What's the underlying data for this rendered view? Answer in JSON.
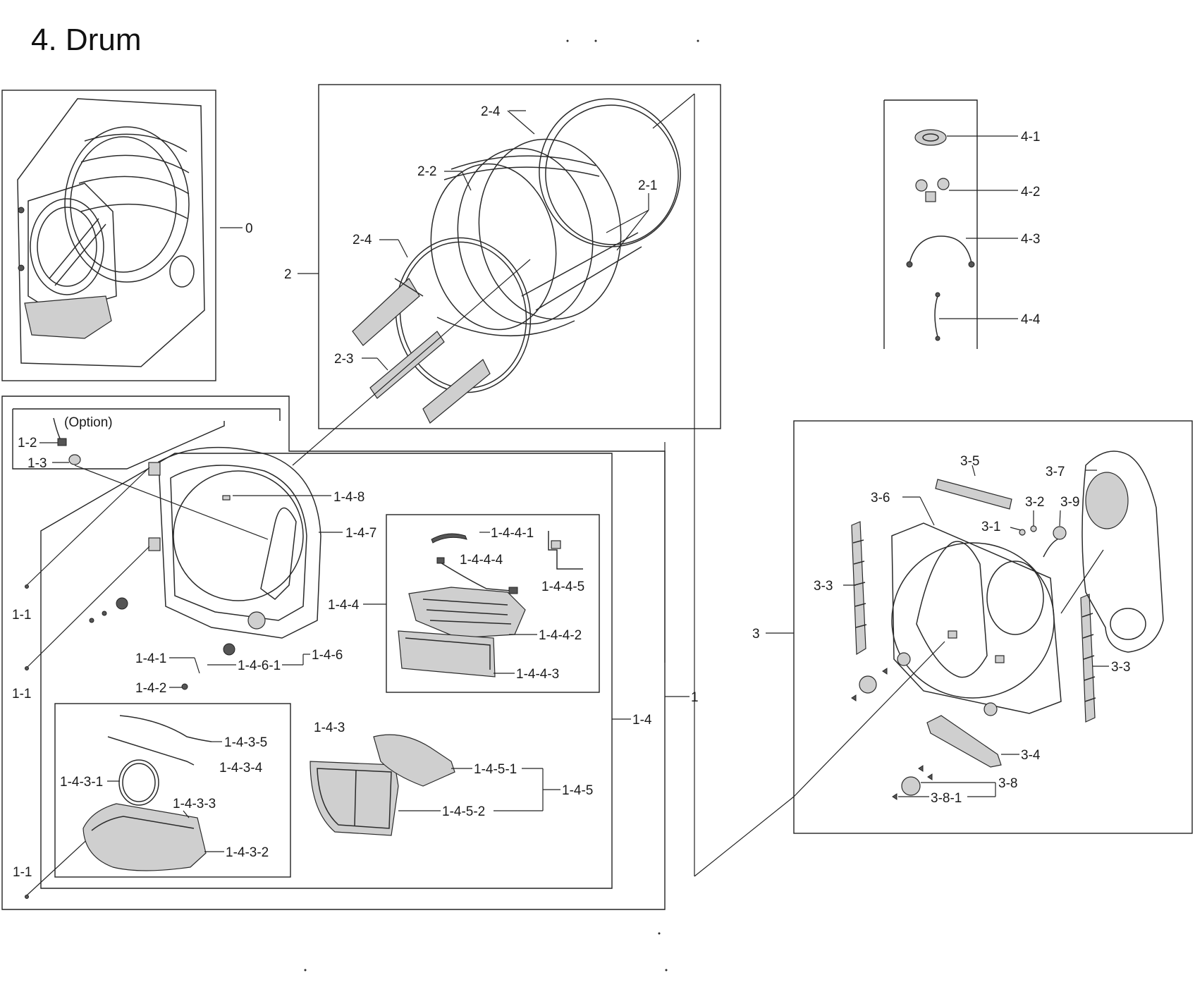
{
  "title": "4. Drum",
  "option_label": "(Option)",
  "callouts": {
    "c0": "0",
    "c1": "1",
    "c1_1a": "1-1",
    "c1_1b": "1-1",
    "c1_1c": "1-1",
    "c1_2": "1-2",
    "c1_3": "1-3",
    "c1_4": "1-4",
    "c1_4_1": "1-4-1",
    "c1_4_2": "1-4-2",
    "c1_4_3": "1-4-3",
    "c1_4_3_1": "1-4-3-1",
    "c1_4_3_2": "1-4-3-2",
    "c1_4_3_3": "1-4-3-3",
    "c1_4_3_4": "1-4-3-4",
    "c1_4_3_5": "1-4-3-5",
    "c1_4_4": "1-4-4",
    "c1_4_4_1": "1-4-4-1",
    "c1_4_4_2": "1-4-4-2",
    "c1_4_4_3": "1-4-4-3",
    "c1_4_4_4": "1-4-4-4",
    "c1_4_4_5": "1-4-4-5",
    "c1_4_5": "1-4-5",
    "c1_4_5_1": "1-4-5-1",
    "c1_4_5_2": "1-4-5-2",
    "c1_4_6": "1-4-6",
    "c1_4_6_1": "1-4-6-1",
    "c1_4_7": "1-4-7",
    "c1_4_8": "1-4-8",
    "c2": "2",
    "c2_1": "2-1",
    "c2_2": "2-2",
    "c2_3": "2-3",
    "c2_4a": "2-4",
    "c2_4b": "2-4",
    "c3": "3",
    "c3_1": "3-1",
    "c3_2": "3-2",
    "c3_3a": "3-3",
    "c3_3b": "3-3",
    "c3_4": "3-4",
    "c3_5": "3-5",
    "c3_6": "3-6",
    "c3_7": "3-7",
    "c3_8": "3-8",
    "c3_8_1": "3-8-1",
    "c3_9": "3-9",
    "c4_1": "4-1",
    "c4_2": "4-2",
    "c4_3": "4-3",
    "c4_4": "4-4"
  }
}
